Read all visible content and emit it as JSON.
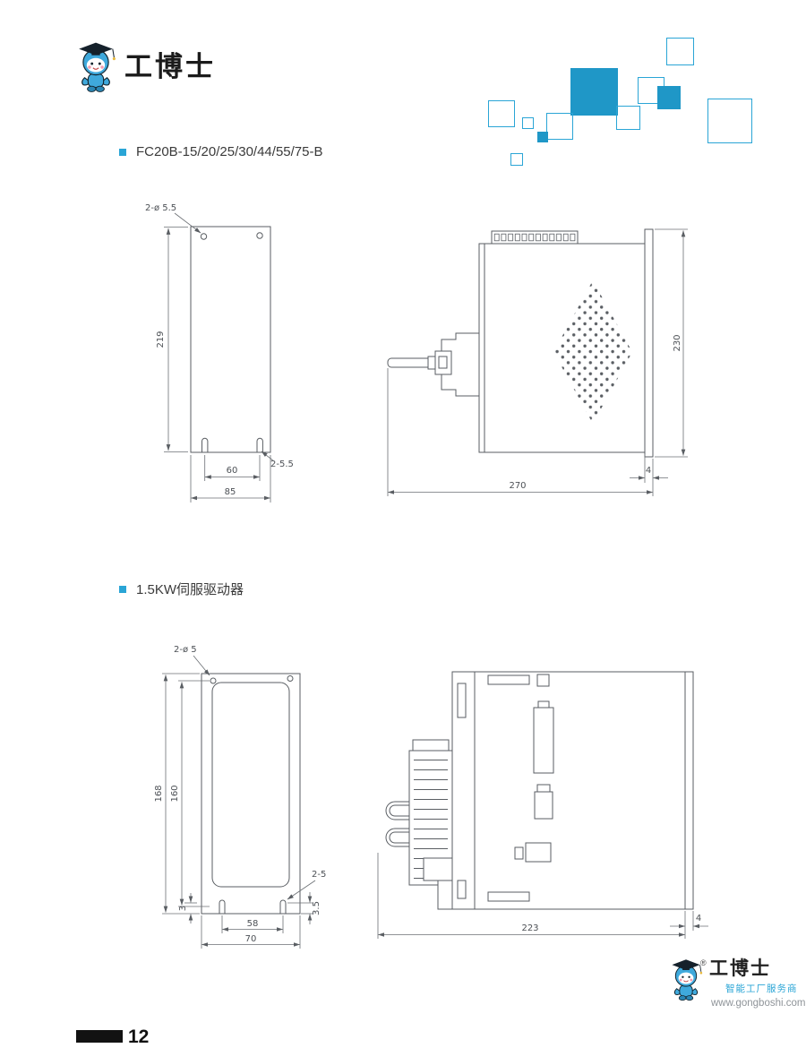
{
  "colors": {
    "accent": "#2aa5d6",
    "accent-fill": "#1f97c7",
    "line": "#5a5e63",
    "dim-text": "#4c5055"
  },
  "brand": {
    "logo_text": "工博士",
    "reg_mark": "®",
    "tagline": "智能工厂服务商",
    "website": "www.gongboshi.com"
  },
  "sections": [
    {
      "title": "FC20B-15/20/25/30/44/55/75-B",
      "front": {
        "hole_label": "2-ø 5.5",
        "height": "219",
        "hole_pitch": "60",
        "width": "85",
        "slot_label": "2-5.5"
      },
      "side": {
        "height": "230",
        "depth": "270",
        "flange": "4"
      }
    },
    {
      "title": "1.5KW伺服驱动器",
      "front": {
        "hole_label": "2-ø 5",
        "height": "168",
        "inner_height": "160",
        "hole_pitch": "58",
        "width": "70",
        "slot_label": "2-5",
        "slot_offset": "3.5",
        "bottom_offset": "3"
      },
      "side": {
        "depth": "223",
        "flange": "4"
      }
    }
  ],
  "footer": {
    "page_number": "12"
  }
}
